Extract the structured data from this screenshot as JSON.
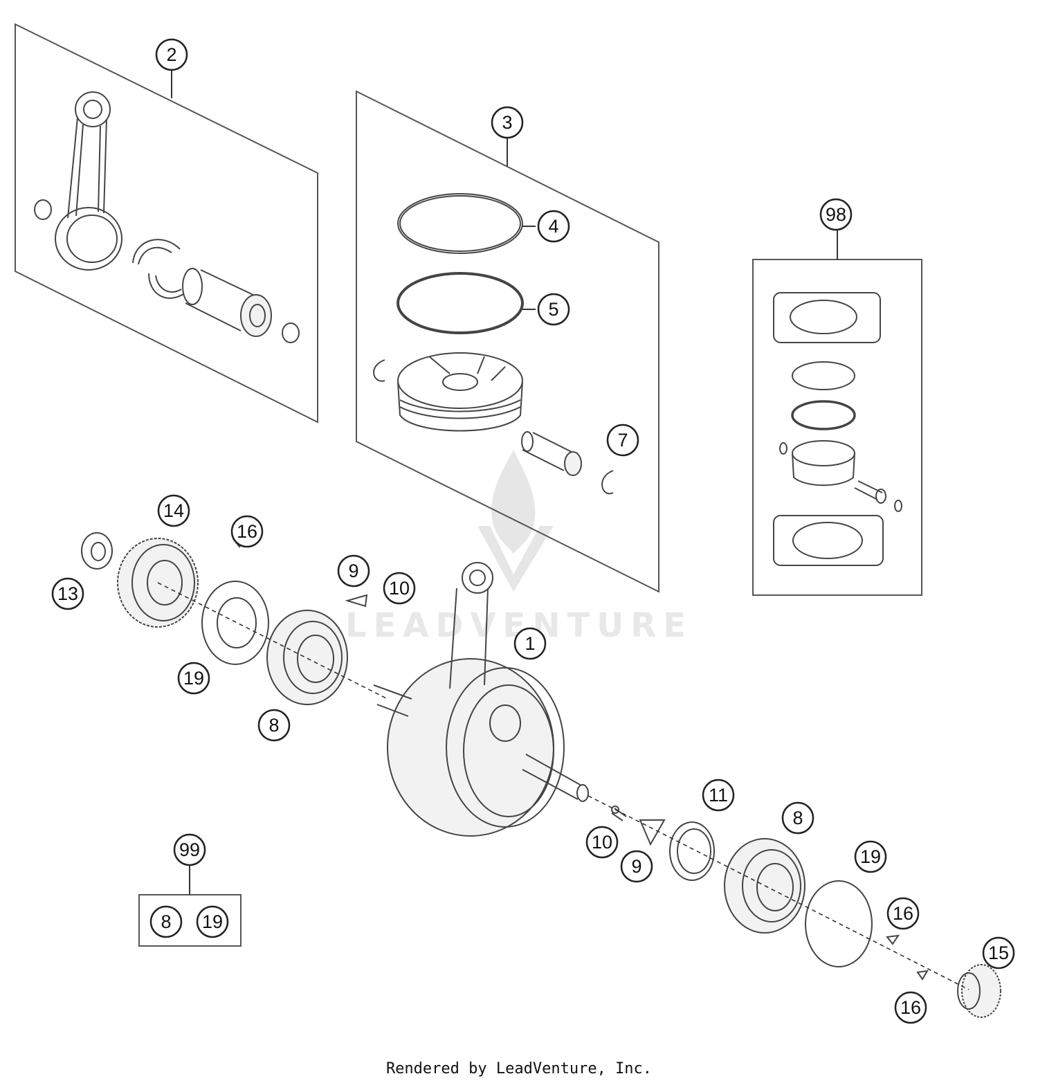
{
  "watermark": {
    "brand": "LEADVENTURE"
  },
  "footer": {
    "text": "Rendered by LeadVenture, Inc."
  },
  "callouts": {
    "c1": "1",
    "c2": "2",
    "c3": "3",
    "c4": "4",
    "c5": "5",
    "c7": "7",
    "c8a": "8",
    "c8b": "8",
    "c8c": "8",
    "c9a": "9",
    "c9b": "9",
    "c10a": "10",
    "c10b": "10",
    "c11": "11",
    "c13": "13",
    "c14": "14",
    "c15": "15",
    "c16a": "16",
    "c16b": "16",
    "c16c": "16",
    "c19a": "19",
    "c19b": "19",
    "c19c": "19",
    "c98": "98",
    "c99": "99"
  }
}
